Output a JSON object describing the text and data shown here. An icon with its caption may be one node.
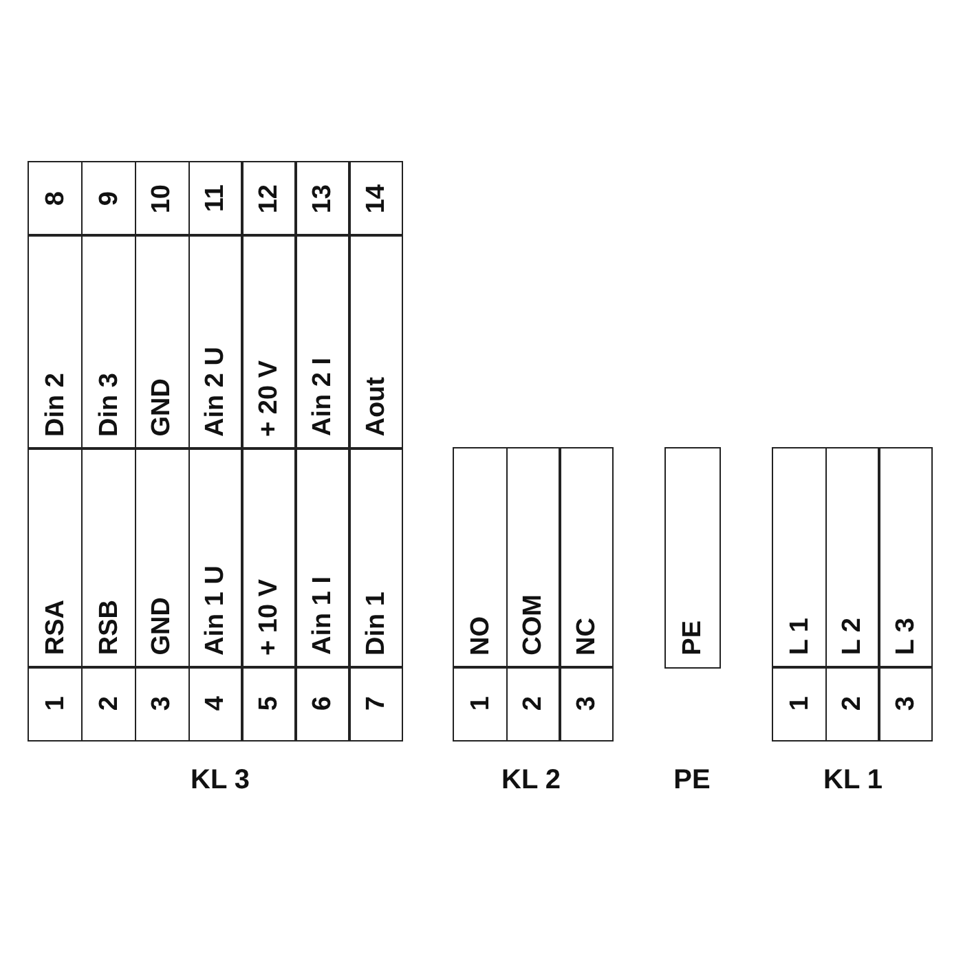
{
  "diagram": {
    "labels": [
      "8",
      "Din 2",
      "9",
      "Din 3",
      "10",
      "GND",
      "11",
      "Ain 2 U",
      "12",
      "+ 20 V",
      "13",
      "Ain 2 I",
      "14",
      "Aout",
      "RSA",
      "1",
      "RSB",
      "2",
      "GND",
      "3",
      "Ain 1 U",
      "4",
      "+ 10 V",
      "5",
      "Ain 1 I",
      "6",
      "Din 1",
      "7",
      "NO",
      "1",
      "COM",
      "2",
      "NC",
      "3",
      "PE",
      "L 1",
      "1",
      "L 2",
      "2",
      "L 3",
      "3",
      "KL 3",
      "KL 2",
      "PE",
      "KL 1"
    ]
  }
}
